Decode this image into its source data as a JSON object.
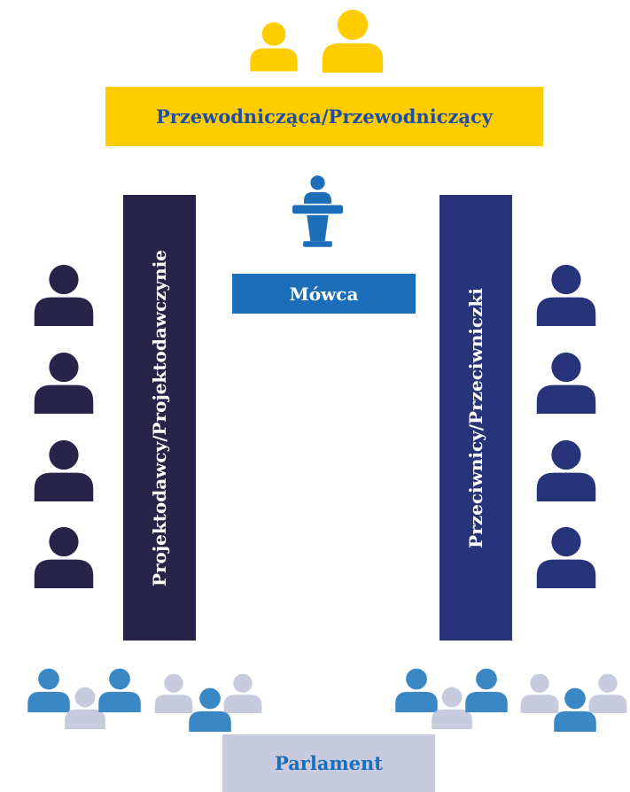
{
  "chair": {
    "label": "Przewodnicząca/Przewodniczący"
  },
  "speaker": {
    "label": "Mówca"
  },
  "proposers": {
    "label": "Projektodawcy/Projektodawczynie"
  },
  "opponents": {
    "label": "Przeciwnicy/Przeciwniczki"
  },
  "parliament": {
    "label": "Parlament"
  },
  "colors": {
    "chair": "#ffcc00",
    "chair_text": "#1f4fa3",
    "speaker": "#1d6eb8",
    "proposers": "#272349",
    "opponents": "#283479",
    "parliament": "#c8cadd",
    "parliament_text": "#1d6eb8",
    "audience_blue": "#3a87c5",
    "audience_grey": "#c8cadd"
  }
}
